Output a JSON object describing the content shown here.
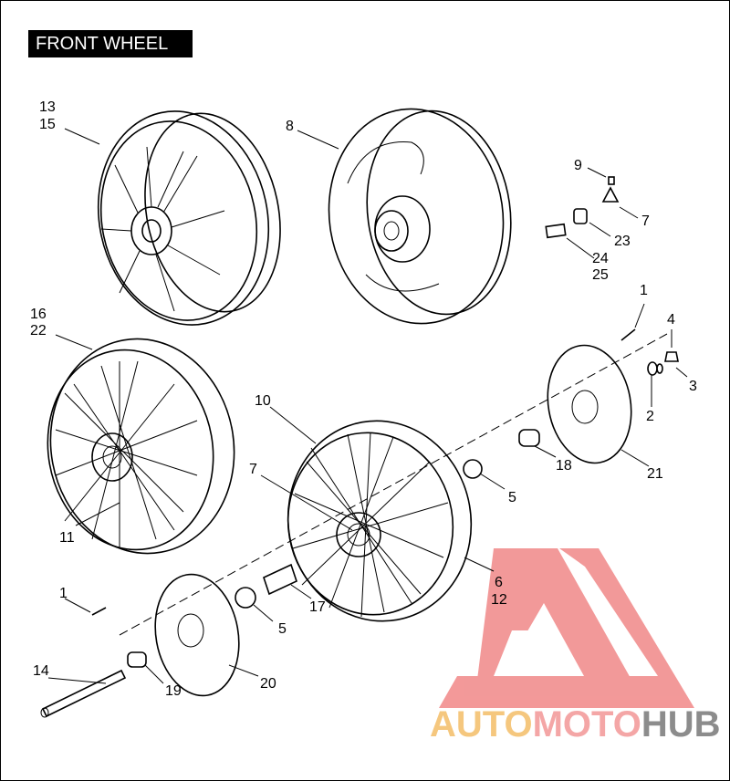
{
  "title": "FRONT WHEEL",
  "callouts": [
    {
      "id": "c13",
      "text": "13"
    },
    {
      "id": "c15",
      "text": "15"
    },
    {
      "id": "c8",
      "text": "8"
    },
    {
      "id": "c9",
      "text": "9"
    },
    {
      "id": "c7a",
      "text": "7"
    },
    {
      "id": "c23",
      "text": "23"
    },
    {
      "id": "c24",
      "text": "24"
    },
    {
      "id": "c25",
      "text": "25"
    },
    {
      "id": "c16",
      "text": "16"
    },
    {
      "id": "c22",
      "text": "22"
    },
    {
      "id": "c11",
      "text": "11"
    },
    {
      "id": "c10",
      "text": "10"
    },
    {
      "id": "c7b",
      "text": "7"
    },
    {
      "id": "c1a",
      "text": "1"
    },
    {
      "id": "c4",
      "text": "4"
    },
    {
      "id": "c3",
      "text": "3"
    },
    {
      "id": "c2",
      "text": "2"
    },
    {
      "id": "c18",
      "text": "18"
    },
    {
      "id": "c21",
      "text": "21"
    },
    {
      "id": "c5a",
      "text": "5"
    },
    {
      "id": "c6",
      "text": "6"
    },
    {
      "id": "c12",
      "text": "12"
    },
    {
      "id": "c1b",
      "text": "1"
    },
    {
      "id": "c17",
      "text": "17"
    },
    {
      "id": "c5b",
      "text": "5"
    },
    {
      "id": "c14",
      "text": "14"
    },
    {
      "id": "c19",
      "text": "19"
    },
    {
      "id": "c20",
      "text": "20"
    }
  ],
  "watermark": {
    "part1": "AUTO",
    "part2": "MOTO",
    "part3": "HUB",
    "color1": "#f5c77e",
    "color2": "#f4a6a6",
    "color3": "#8c8c8c",
    "logo_color": "#f08080"
  }
}
